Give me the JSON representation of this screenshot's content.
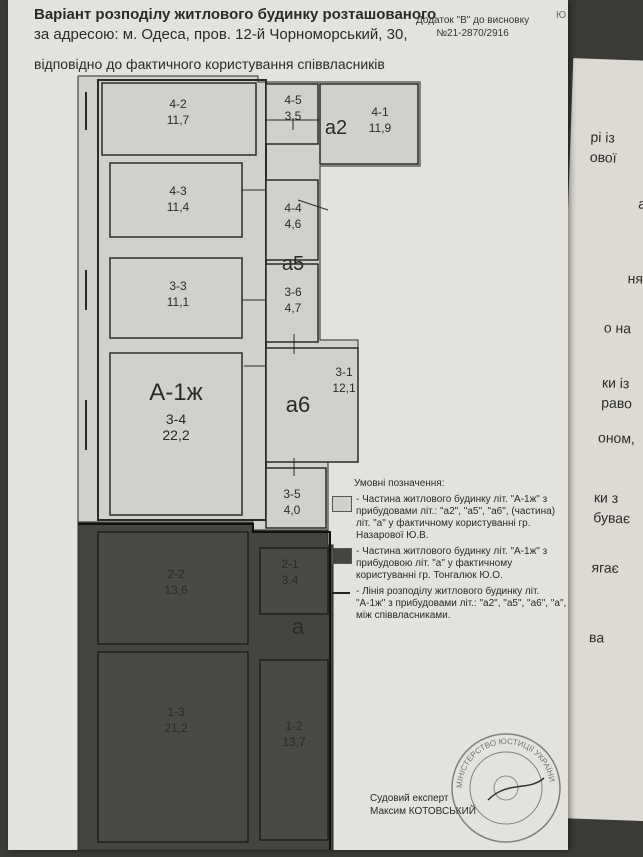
{
  "header": {
    "line1": "Варіант розподілу житлового будинку розташованого",
    "line2": "за адресою: м. Одеса, пров. 12-й Чорноморський, 30,",
    "line3": "відповідно до фактичного користування співвласників",
    "annex_line1": "Додаток \"В\" до висновку",
    "annex_line2": "№21-2870/2916",
    "corner_mark": "Ю"
  },
  "rooms": [
    {
      "id": "4-2",
      "area": "11,7"
    },
    {
      "id": "4-5",
      "area": "3,5"
    },
    {
      "id": "4-1",
      "area": "11,9"
    },
    {
      "id": "4-3",
      "area": "11,4"
    },
    {
      "id": "4-4",
      "area": "4,6"
    },
    {
      "id": "3-3",
      "area": "11,1"
    },
    {
      "id": "3-6",
      "area": "4,7"
    },
    {
      "id": "3-4",
      "area": "22,2"
    },
    {
      "id": "3-1",
      "area": "12,1"
    },
    {
      "id": "3-5",
      "area": "4,0"
    },
    {
      "id": "2-2",
      "area": "13,6"
    },
    {
      "id": "2-1",
      "area": "3,4"
    },
    {
      "id": "1-3",
      "area": "21,2"
    },
    {
      "id": "1-2",
      "area": "13,7"
    }
  ],
  "letters": {
    "a2": "а2",
    "a5": "а5",
    "a6": "а6",
    "a1zh": "А-1ж",
    "a": "а"
  },
  "legend": {
    "title": "Умовні позначення:",
    "item1": "- Частина житлового будинку літ. \"А-1ж\" з прибудовами літ.: \"а2\", \"а5\", \"а6\", (частина) літ. \"а\" у фактичному користуванні гр. Назарової Ю.В.",
    "item2": "- Частина житлового будинку літ. \"А-1ж\" з прибудовою літ. \"а\" у фактичному користуванні гр. Тонгалюк Ю.О.",
    "item3": "- Лінія розподілу житлового будинку літ. \"А-1ж\" з прибудовами літ.: \"а2\", \"а5\", \"а6\", \"а\", між співвласниками."
  },
  "expert": {
    "role": "Судовий експерт",
    "name": "Максим КОТОВСЬКИЙ"
  },
  "seal": {
    "text": "МІНІСТЕРСТВО ЮСТИЦІЇ УКРАЇНИ"
  },
  "colors": {
    "paper": "#e4e2dc",
    "light_area": "#d2d0ca",
    "dark_area": "#454440",
    "line": "#2a2a2a"
  },
  "back_page": {
    "f1": "рі із",
    "f2": "ової",
    "f3": "аб",
    "f4": "ня",
    "f5": "о на",
    "f6": "ки із",
    "f7": "раво",
    "f8": "оном,",
    "f9": "ки з",
    "f10": "буває",
    "f11": "ягає",
    "f12": "ва"
  }
}
